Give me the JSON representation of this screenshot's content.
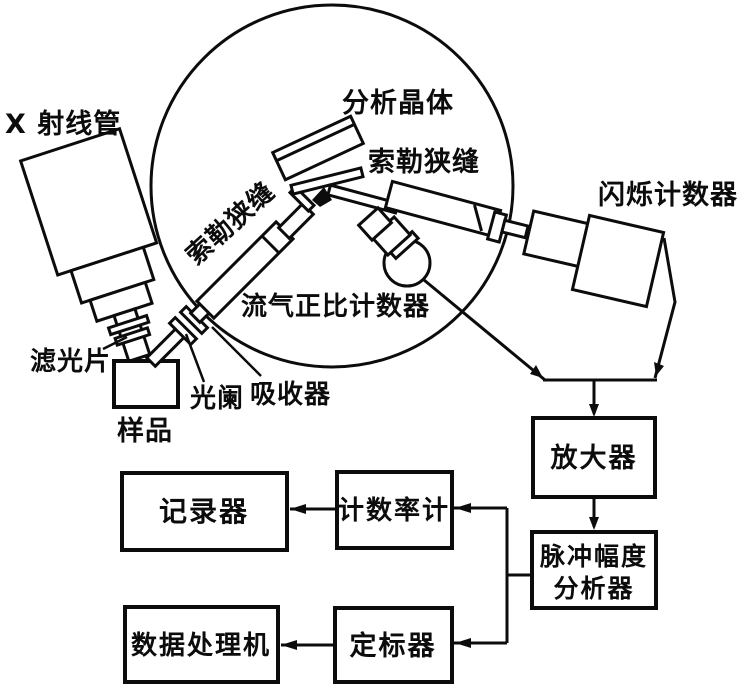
{
  "diagram": {
    "title_hint": "X-ray spectrometer schematic",
    "colors": {
      "ink": "#0c0c0c",
      "background": "#ffffff"
    },
    "labels": {
      "xray_tube": "X 射线管",
      "analyzing_crystal": "分析晶体",
      "soller_slit_left": "索勒狭缝",
      "soller_slit_right": "索勒狭缝",
      "scintillation_counter": "闪烁计数器",
      "gas_flow_counter": "流气正比计数器",
      "filter": "滤光片",
      "aperture": "光阑",
      "absorber": "吸收器",
      "sample": "样品"
    },
    "boxes": {
      "amplifier": "放大器",
      "pulse_analyzer_line1": "脉冲幅度",
      "pulse_analyzer_line2": "分析器",
      "ratemeter": "计数率计",
      "recorder": "记录器",
      "scaler": "定标器",
      "data_processor": "数据处理机"
    }
  }
}
